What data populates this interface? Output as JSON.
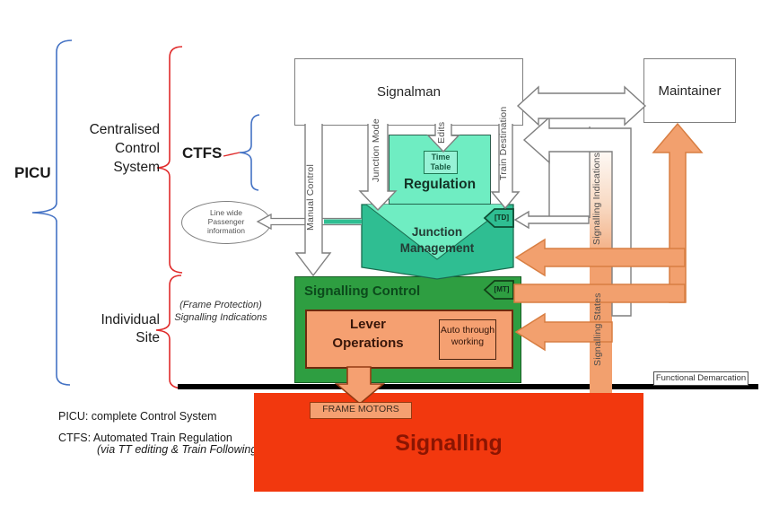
{
  "left_panel": {
    "picu": "PICU",
    "ccs_line1": "Centralised",
    "ccs_line2": "Control",
    "ccs_line3": "System",
    "ctfs": "CTFS",
    "site_line1": "Individual",
    "site_line2": "Site",
    "frame_protection_line1": "(Frame Protection)",
    "frame_protection_line2": "Signalling Indications",
    "picu_note": "PICU: complete Control System",
    "ctfs_note_line1": "CTFS: Automated Train Regulation",
    "ctfs_note_line2": "(via TT editing & Train Following)"
  },
  "ellipse": {
    "line1": "Line wide",
    "line2": "Passenger",
    "line3": "information"
  },
  "boxes": {
    "signalman": "Signalman",
    "maintainer": "Maintainer",
    "regulation": "Regulation",
    "time_table_line1": "Time",
    "time_table_line2": "Table",
    "junction_management_line1": "Junction",
    "junction_management_line2": "Management",
    "signalling_control": "Signalling Control",
    "lever_line1": "Lever",
    "lever_line2": "Operations",
    "auto_line1": "Auto through",
    "auto_line2": "working",
    "frame_motors": "FRAME MOTORS",
    "signalling": "Signalling"
  },
  "flows": {
    "manual_control": "Manual Control",
    "junction_mode": "Junction Mode",
    "edits": "Edits",
    "train_destination": "Train Destination",
    "signalling_indications": "Signalling Indications",
    "signalling_states": "Signalling States"
  },
  "tags": {
    "td": "[TD]",
    "mt": "[MT]"
  },
  "demarcation": {
    "label": "Functional Demarcation"
  },
  "colors": {
    "mint": "#6FEDC2",
    "teal": "#2FBE92",
    "green": "#2E9E41",
    "salmon": "#F2A06E",
    "red": "#F2380E",
    "orange_border": "#D87E42",
    "blue_brace": "#4472C4",
    "red_brace": "#E02B2B"
  }
}
